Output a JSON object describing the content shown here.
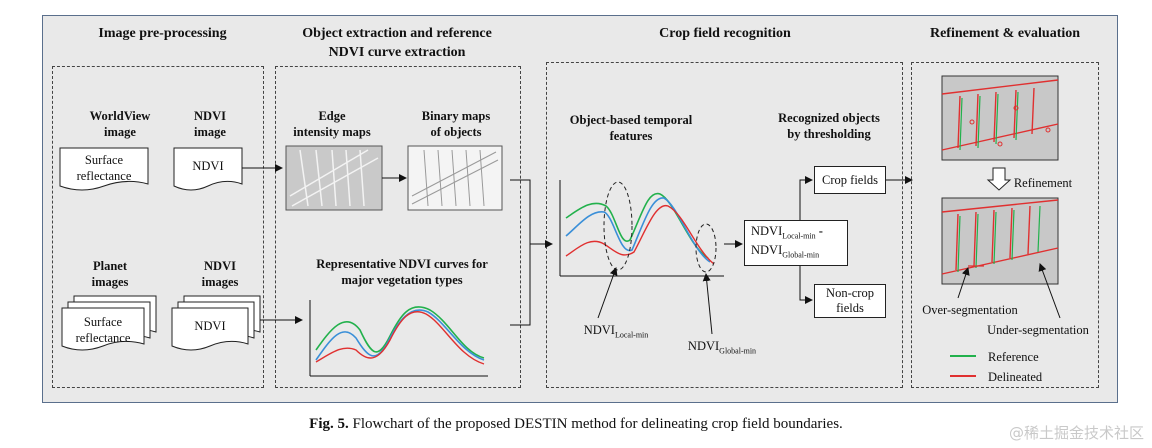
{
  "sections": {
    "preprocessing": "Image pre-processing",
    "object_extraction_l1": "Object extraction and reference",
    "object_extraction_l2": "NDVI curve extraction",
    "recognition": "Crop field recognition",
    "refinement": "Refinement & evaluation"
  },
  "preproc": {
    "worldview_l1": "WorldView",
    "worldview_l2": "image",
    "ndvi_top_l1": "NDVI",
    "ndvi_top_l2": "image",
    "surface_top_l1": "Surface",
    "surface_top_l2": "reflectance",
    "ndvi_doc_top": "NDVI",
    "planet_l1": "Planet",
    "planet_l2": "images",
    "ndvi_bot_l1": "NDVI",
    "ndvi_bot_l2": "images",
    "surface_bot_l1": "Surface",
    "surface_bot_l2": "reflectance",
    "ndvi_doc_bot": "NDVI"
  },
  "extraction": {
    "edge_l1": "Edge",
    "edge_l2": "intensity maps",
    "binary_l1": "Binary maps",
    "binary_l2": "of objects",
    "rep_l1": "Representative NDVI curves for",
    "rep_l2": "major vegetation types"
  },
  "recognition": {
    "temporal_l1": "Object-based temporal",
    "temporal_l2": "features",
    "recog_l1": "Recognized objects",
    "recog_l2": "by thresholding",
    "crop_fields": "Crop fields",
    "noncrop_l1": "Non-crop",
    "noncrop_l2": "fields",
    "ndvi_box_1": "NDVI",
    "ndvi_box_1_sub": "Local-min",
    "ndvi_box_dash": "-",
    "ndvi_box_2": "NDVI",
    "ndvi_box_2_sub": "Global-min",
    "local_min": "NDVI",
    "local_min_sub": "Local-min",
    "global_min": "NDVI",
    "global_min_sub": "Global-min"
  },
  "refinement": {
    "refinement_label": "Refinement",
    "over_seg": "Over-segmentation",
    "under_seg": "Under-segmentation",
    "legend_reference": "Reference",
    "legend_delineated": "Delineated"
  },
  "colors": {
    "reference": "#22b14c",
    "delineated": "#e03030",
    "blue_curve": "#3a8fd8"
  },
  "caption": {
    "fig": "Fig. 5.",
    "text": " Flowchart of the proposed DESTIN method for delineating crop field boundaries."
  },
  "watermark": "@稀土掘金技术社区"
}
